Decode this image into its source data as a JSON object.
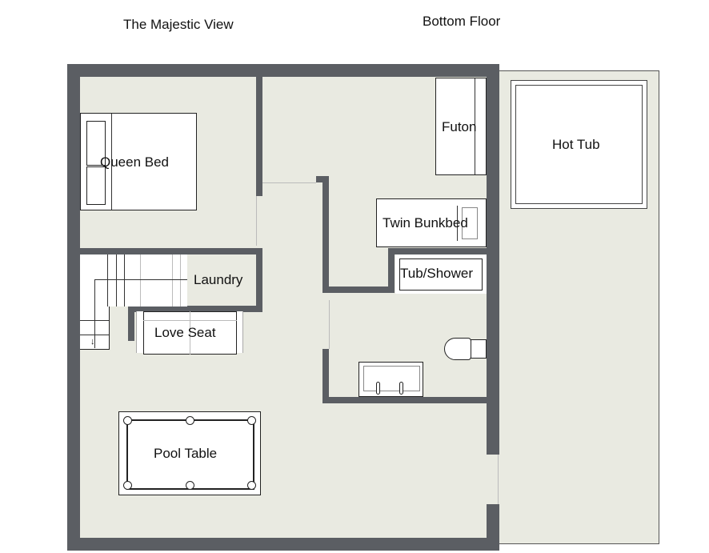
{
  "header": {
    "property_name": "The Majestic View",
    "floor_name": "Bottom Floor"
  },
  "rooms": {
    "queen_bed": "Queen Bed",
    "futon": "Futon",
    "hot_tub": "Hot Tub",
    "twin_bunkbed": "Twin Bunkbed",
    "tub_shower": "Tub/Shower",
    "laundry": "Laundry",
    "love_seat": "Love Seat",
    "pool_table": "Pool Table"
  },
  "colors": {
    "wall": "#5b5e63",
    "floor": "#e9eae1",
    "furniture": "#ffffff"
  }
}
